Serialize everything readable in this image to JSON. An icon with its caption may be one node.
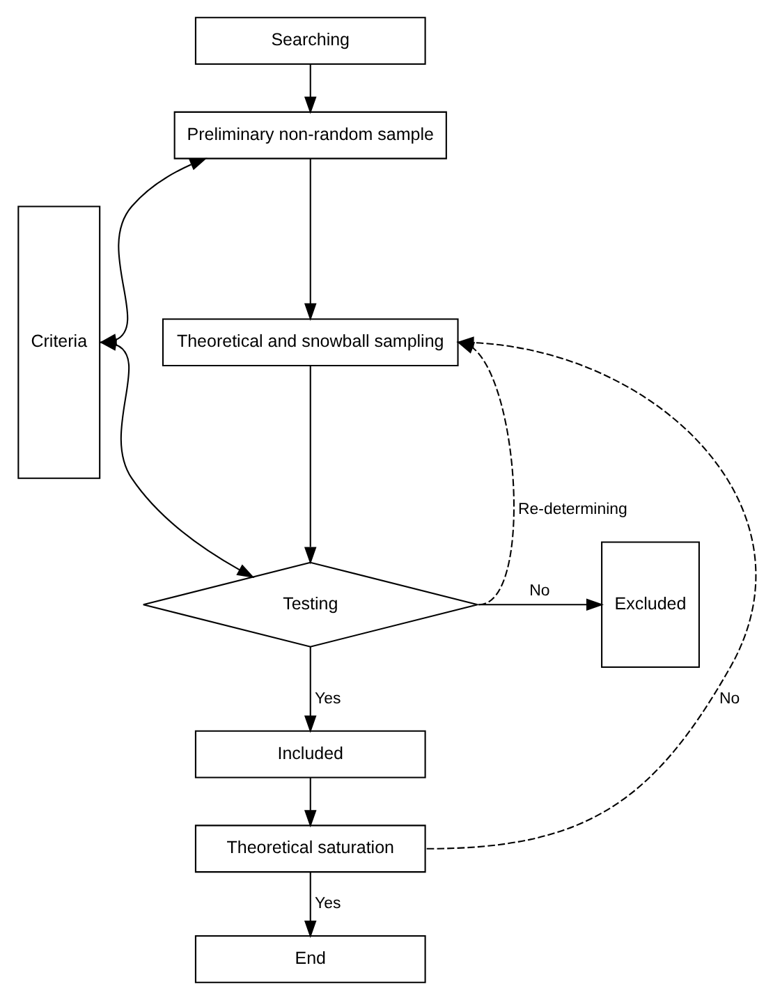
{
  "diagram": {
    "nodes": [
      {
        "text": [
          "Searching"
        ]
      },
      {
        "text": [
          "Preliminary non-random sample"
        ]
      },
      {
        "text": [
          "Theoretical and snowball sampling"
        ]
      },
      {
        "text": [
          "Testing"
        ]
      },
      {
        "text": [
          "Excluded"
        ]
      },
      {
        "text": [
          "Included"
        ]
      },
      {
        "text": [
          "Theoretical saturation"
        ]
      },
      {
        "text": [
          "End"
        ]
      },
      {
        "text": [
          "Criteria"
        ]
      }
    ],
    "edges": [
      {
        "from": 0,
        "to": 1,
        "arrow": "to"
      },
      {
        "from": 1,
        "to": 2,
        "arrow": "to"
      },
      {
        "from": 2,
        "to": 3,
        "arrow": "to"
      },
      {
        "from": 3,
        "to": 4,
        "arrow": "to",
        "label": "No"
      },
      {
        "from": 3,
        "to": 5,
        "arrow": "to",
        "label": "Yes"
      },
      {
        "from": 5,
        "to": 6,
        "arrow": "to"
      },
      {
        "from": 6,
        "to": 7,
        "arrow": "to",
        "label": "Yes"
      },
      {
        "from": 6,
        "to": 2,
        "arrow": "to",
        "label": "No",
        "style": "dashed"
      },
      {
        "from": 3,
        "to": 2,
        "arrow": "to",
        "label": "Re-determining",
        "style": "dashed"
      },
      {
        "from": 8,
        "to": 1,
        "arrow": "both"
      },
      {
        "from": 8,
        "to": 3,
        "arrow": "both"
      }
    ]
  }
}
